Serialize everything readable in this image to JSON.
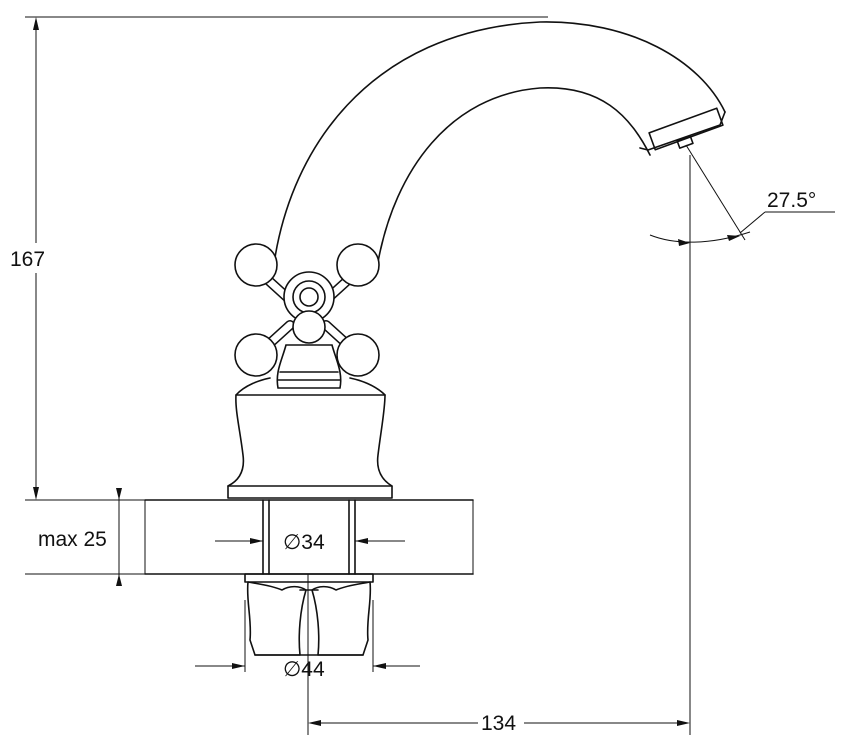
{
  "dimensions": {
    "height": "167",
    "max_mount": "max 25",
    "shank_diameter": "∅34",
    "nut_diameter": "∅44",
    "spout_reach": "134",
    "spout_angle": "27.5°"
  },
  "colors": {
    "line": "#111111",
    "background": "#ffffff"
  }
}
